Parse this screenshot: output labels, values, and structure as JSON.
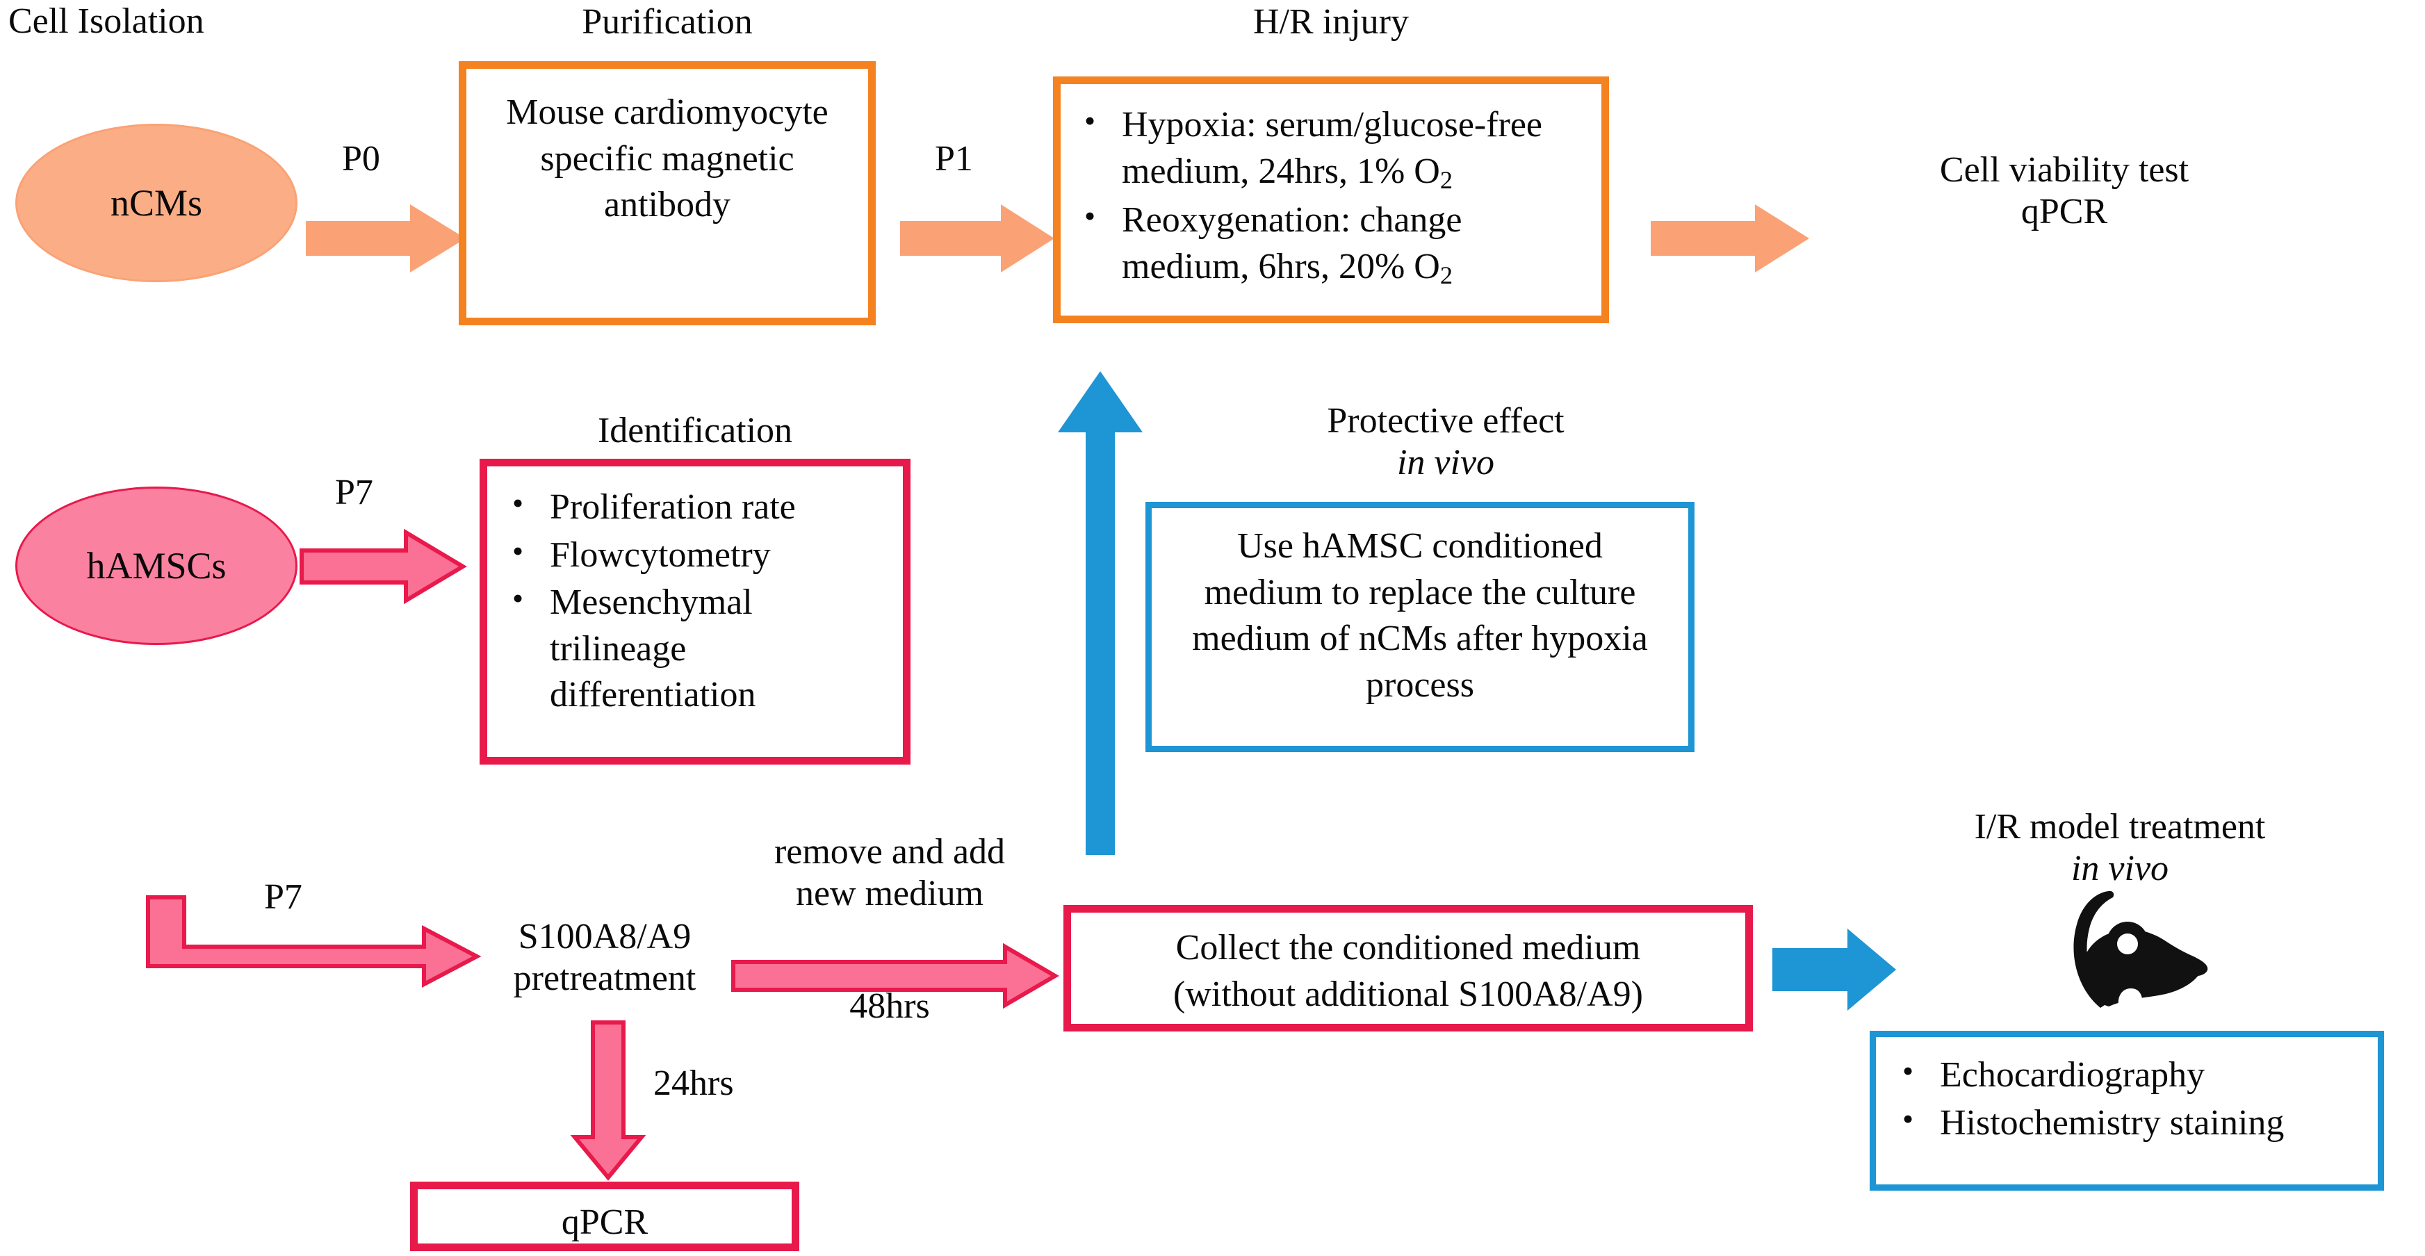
{
  "colors": {
    "orange_border": "#F58220",
    "orange_fill": "#FBAE86",
    "orange_arrow": "#FAA275",
    "pink_border": "#E8194B",
    "pink_fill": "#FA81A0",
    "pink_arrow_fill": "#FA7195",
    "pink_arrow_stroke": "#E8194B",
    "blue": "#1E95D4",
    "text": "#0A0A0A"
  },
  "section_labels": {
    "cell_isolation": "Cell Isolation",
    "purification": "Purification",
    "hr_injury": "H/R injury",
    "identification": "Identification",
    "protective_effect": "Protective effect",
    "protective_effect_italic": "in vivo",
    "ir_model": "I/R model treatment",
    "ir_model_italic": "in vivo"
  },
  "nodes": {
    "ncms_ellipse": "nCMs",
    "hamscs_ellipse": "hAMSCs",
    "purification_box": "Mouse cardiomyocyte specific magnetic antibody",
    "hr_injury_bullets": [
      {
        "prefix": "Hypoxia: serum/glucose-free medium, 24hrs, 1% O",
        "sub": "2"
      },
      {
        "prefix": "Reoxygenation: change medium, 6hrs, 20% O",
        "sub": "2"
      }
    ],
    "identification_bullets": [
      "Proliferation rate",
      "Flowcytometry",
      "Mesenchymal trilineage differentiation"
    ],
    "cell_viability_line1": "Cell viability test",
    "cell_viability_line2": "qPCR",
    "protective_box": "Use hAMSC conditioned medium to replace the culture medium of nCMs after hypoxia process",
    "s100_line1": "S100A8/A9",
    "s100_line2": "pretreatment",
    "collect_box_line1": "Collect the conditioned medium",
    "collect_box_line2": "(without additional S100A8/A9)",
    "qpcr_box": "qPCR",
    "ir_bullets": [
      "Echocardiography",
      "Histochemistry staining"
    ]
  },
  "arrow_labels": {
    "p0": "P0",
    "p1": "P1",
    "p7_identification": "P7",
    "p7_s100": "P7",
    "remove_add_line1": "remove and add",
    "remove_add_line2": "new medium",
    "hrs48": "48hrs",
    "hrs24": "24hrs"
  },
  "icons": {
    "mouse": "mouse-silhouette-icon"
  }
}
